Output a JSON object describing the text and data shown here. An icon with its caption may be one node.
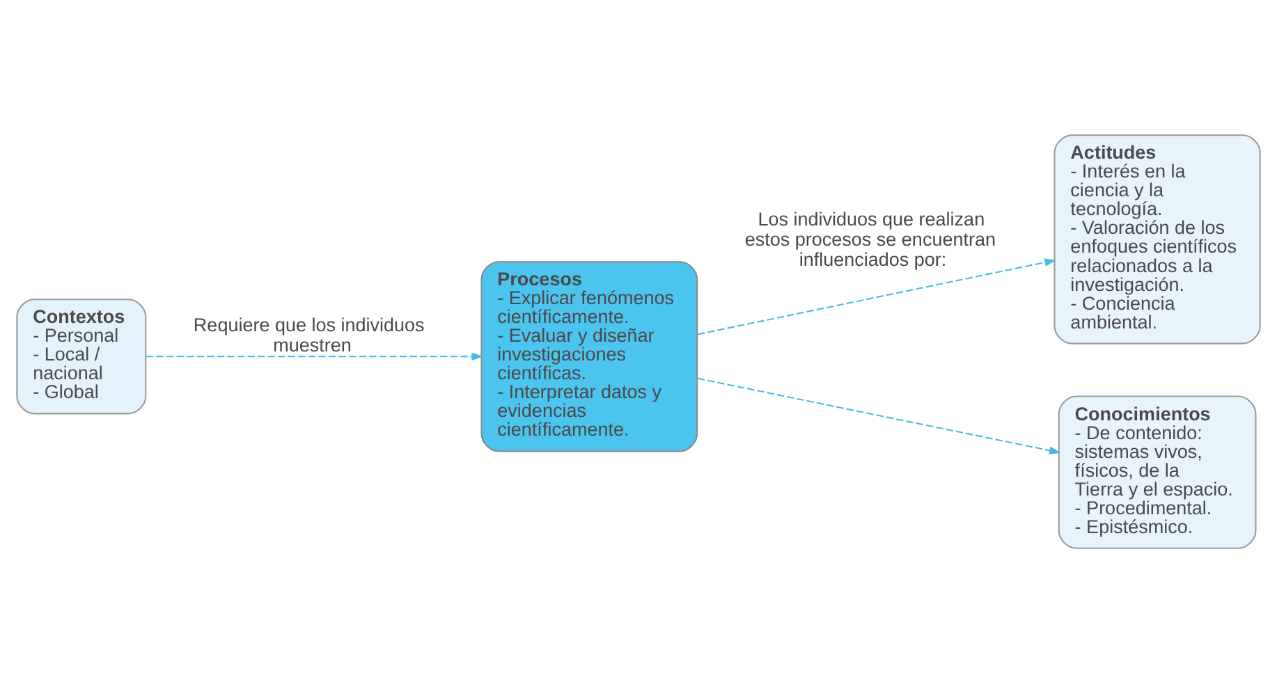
{
  "diagram": {
    "nodes": [
      {
        "text": [
          "Contextos",
          "- Personal",
          "- Local / nacional",
          "- Global"
        ]
      },
      {
        "text": [
          "Procesos",
          "- Explicar fenómenos científicamente.",
          "- Evaluar y diseñar investigaciones científicas.",
          "- Interpretar datos y evidencias científicamente."
        ]
      },
      {
        "text": [
          "Actitudes",
          "- Interés en la ciencia y la tecnología.",
          "- Valoración de los enfoques científicos relacionados a la investigación.",
          "- Conciencia ambiental."
        ]
      },
      {
        "text": [
          "Conocimientos",
          "- De contenido: sistemas vivos, físicos, de la Tierra y el espacio.",
          "- Procedimental.",
          "- Epistésmico."
        ]
      }
    ],
    "edges": [
      {
        "from": 0,
        "to": 1,
        "arrow": "to",
        "style": "dashed",
        "label": "Requiere que los individuos muestren"
      },
      {
        "from": 1,
        "to": 2,
        "arrow": "to",
        "style": "dashed",
        "label": "Los individuos que realizan estos procesos se encuentran influenciados por:"
      },
      {
        "from": 1,
        "to": 3,
        "arrow": "to",
        "style": "dashed"
      }
    ]
  }
}
